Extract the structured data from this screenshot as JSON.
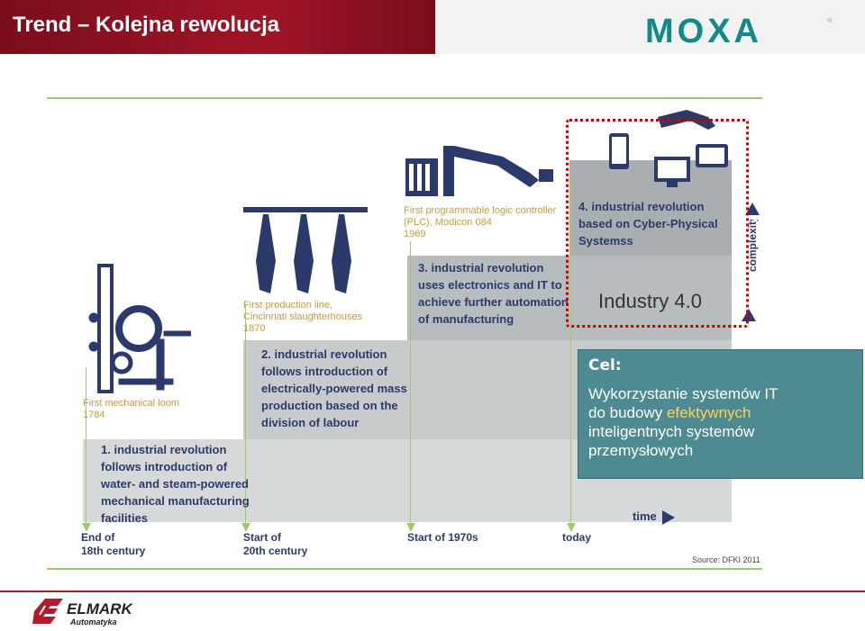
{
  "header": {
    "title": "Trend – Kolejna rewolucja",
    "logo_text": "MOXA",
    "logo_mark": "®"
  },
  "infographic": {
    "captions": {
      "loom": [
        "First mechanical loom",
        "1784"
      ],
      "production_line": [
        "First production line,",
        "Cincinnati slaughterhouses",
        "1870"
      ],
      "plc": [
        "First programmable logic controller",
        "(PLC), Modicon 084",
        "1969"
      ]
    },
    "revolutions": [
      {
        "lines": [
          "1. industrial revolution",
          "follows introduction of",
          "water- and steam-powered",
          "mechanical manufacturing",
          "facilities"
        ]
      },
      {
        "lines": [
          "2. industrial revolution",
          "follows introduction of",
          "electrically-powered mass",
          "production based on the",
          "division of labour"
        ]
      },
      {
        "lines": [
          "3. industrial revolution",
          "uses electronics and IT to",
          "achieve further automation",
          "of manufacturing"
        ]
      },
      {
        "lines": [
          "4. industrial revolution",
          "based on Cyber-Physical",
          "Systemss"
        ]
      }
    ],
    "x_labels": [
      [
        "End of",
        "18th century"
      ],
      [
        "Start of",
        "20th century"
      ],
      [
        "Start of 1970s"
      ],
      [
        "today"
      ]
    ],
    "time_label": "time",
    "complexity_label": "complexity",
    "source": "Source: DFKI 2011"
  },
  "industry40": {
    "label": "Industry 4.0"
  },
  "cel": {
    "title": "Cel:",
    "line1": "Wykorzystanie systemów IT",
    "line2_a": "do budowy ",
    "line2_b": "efektywnych",
    "line3": "inteligentnych systemów",
    "line4": "przemysłowych"
  },
  "footer": {
    "brand": "ELMARK",
    "sub": "Automatyka"
  },
  "colors": {
    "title_bg": "#a01427",
    "accent_teal": "#4e8a91",
    "highlight": "#ffd24a",
    "navy": "#2c3a6b",
    "caption": "#c59a3c",
    "green_line": "#9ecb6a"
  }
}
